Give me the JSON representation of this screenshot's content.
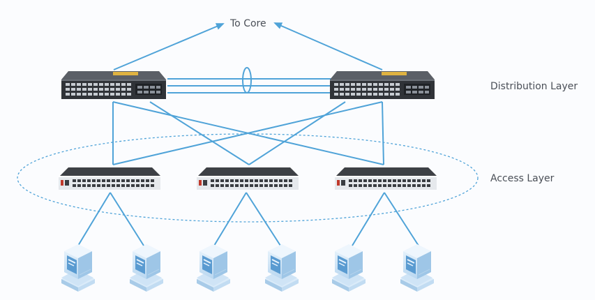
{
  "labels": {
    "core": "To Core",
    "distribution": "Distribution Layer",
    "access": "Access Layer"
  },
  "colors": {
    "link": "#4fa3d8",
    "background": "#fbfcfe",
    "label_text": "#4a4f57",
    "switch_body": "#3a3d42",
    "switch_port": "#d9dde2",
    "switch_accent": "#e0b341",
    "laptop_body": "#cfe4f6",
    "laptop_screen": "#5a9bd1"
  },
  "nodes": {
    "distribution_switches": [
      {
        "id": "dist-1",
        "icon": "distribution-switch-icon"
      },
      {
        "id": "dist-2",
        "icon": "distribution-switch-icon"
      }
    ],
    "access_switches": [
      {
        "id": "access-1",
        "icon": "access-switch-icon"
      },
      {
        "id": "access-2",
        "icon": "access-switch-icon"
      },
      {
        "id": "access-3",
        "icon": "access-switch-icon"
      }
    ],
    "endpoints": [
      {
        "id": "laptop-1",
        "icon": "laptop-icon"
      },
      {
        "id": "laptop-2",
        "icon": "laptop-icon"
      },
      {
        "id": "laptop-3",
        "icon": "laptop-icon"
      },
      {
        "id": "laptop-4",
        "icon": "laptop-icon"
      },
      {
        "id": "laptop-5",
        "icon": "laptop-icon"
      },
      {
        "id": "laptop-6",
        "icon": "laptop-icon"
      }
    ]
  }
}
